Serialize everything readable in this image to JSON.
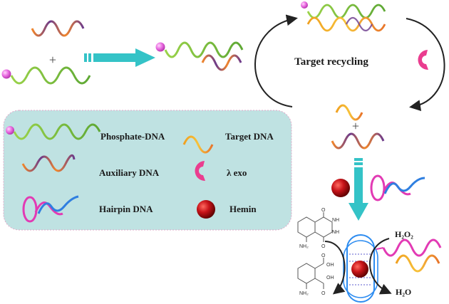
{
  "cycle": {
    "label": "Target recycling"
  },
  "plus_signs": [
    "+",
    "+"
  ],
  "legend": {
    "items": [
      {
        "key": "phosphate",
        "label": "Phosphate-DNA"
      },
      {
        "key": "target",
        "label": "Target DNA"
      },
      {
        "key": "auxiliary",
        "label": "Auxiliary DNA"
      },
      {
        "key": "lambda_exo",
        "label": "λ exo"
      },
      {
        "key": "hairpin",
        "label": "Hairpin DNA"
      },
      {
        "key": "hemin",
        "label": "Hemin"
      }
    ]
  },
  "reaction": {
    "reactant": "H₂O₂",
    "product": "H₂O",
    "substrate_groups": [
      "NH",
      "NH",
      "NH₂",
      "O",
      "O"
    ],
    "product_groups": [
      "OH",
      "OH",
      "NH₂",
      "O",
      "O"
    ]
  },
  "colors": {
    "green_strand": "#7cc242",
    "orange_strand": "#f39a2b",
    "purple_strand": "#6b3a8c",
    "magenta_strand": "#e83bb5",
    "blue_strand": "#2f7fe0",
    "cyan_arrow": "#34c3c7",
    "legend_bg": "#bfe2e2",
    "hemin_red": "#c0141a",
    "phosphate_pink": "#e86ee0",
    "exo_pink": "#ea3d8f",
    "gquad_blue": "#2d8cf0"
  }
}
